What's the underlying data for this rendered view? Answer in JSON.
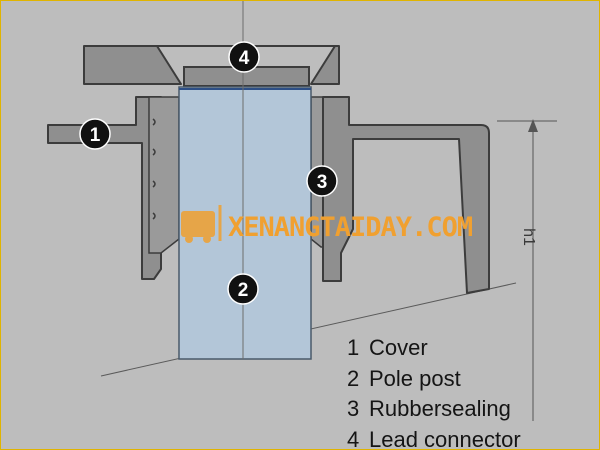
{
  "labels": {
    "badge_1": "1",
    "badge_2": "2",
    "badge_3": "3",
    "badge_4": "4",
    "dimension": "h1"
  },
  "legend": [
    {
      "num": "1",
      "text": "Cover"
    },
    {
      "num": "2",
      "text": "Pole post"
    },
    {
      "num": "3",
      "text": "Rubbersealing"
    },
    {
      "num": "4",
      "text": "Lead connector"
    }
  ],
  "watermark": "XENANGTAIDAY.COM",
  "colors": {
    "background": "#bdbdbd",
    "metal_part": "#8f8f8f",
    "outline": "#3c3c3c",
    "pole": "#b3c6d8",
    "badge": "#111111",
    "watermark": "#f0a030"
  }
}
